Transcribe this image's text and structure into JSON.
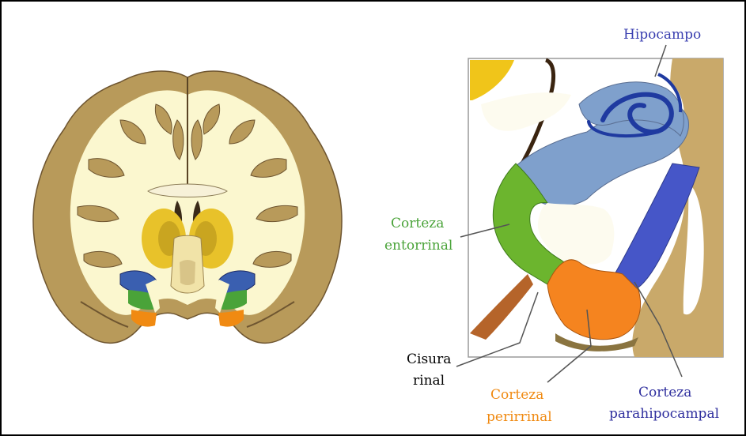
{
  "labels": {
    "hipocampo": "Hipocampo",
    "corteza_entorrinal_1": "Corteza",
    "corteza_entorrinal_2": "entorrinal",
    "cisura_rinal_1": "Cisura",
    "cisura_rinal_2": "rinal",
    "corteza_perirrinal_1": "Corteza",
    "corteza_perirrinal_2": "perirrinal",
    "corteza_parahipocampal_1": "Corteza",
    "corteza_parahipocampal_2": "parahipocampal"
  },
  "colors": {
    "hipocampo": "#3a3fb0",
    "entorrinal": "#4aa339",
    "cisura": "#000000",
    "perirrinal": "#f08a12",
    "parahipocampal": "#2f2f9e",
    "gray_matter": "#b89a5a",
    "white_matter": "#fbf7cf",
    "hippocampus_fill": "#7fa0cc",
    "parahippocampal_fill": "#4656c8",
    "entorhinal_fill": "#6cb52e",
    "perirhinal_fill": "#f5841f"
  }
}
